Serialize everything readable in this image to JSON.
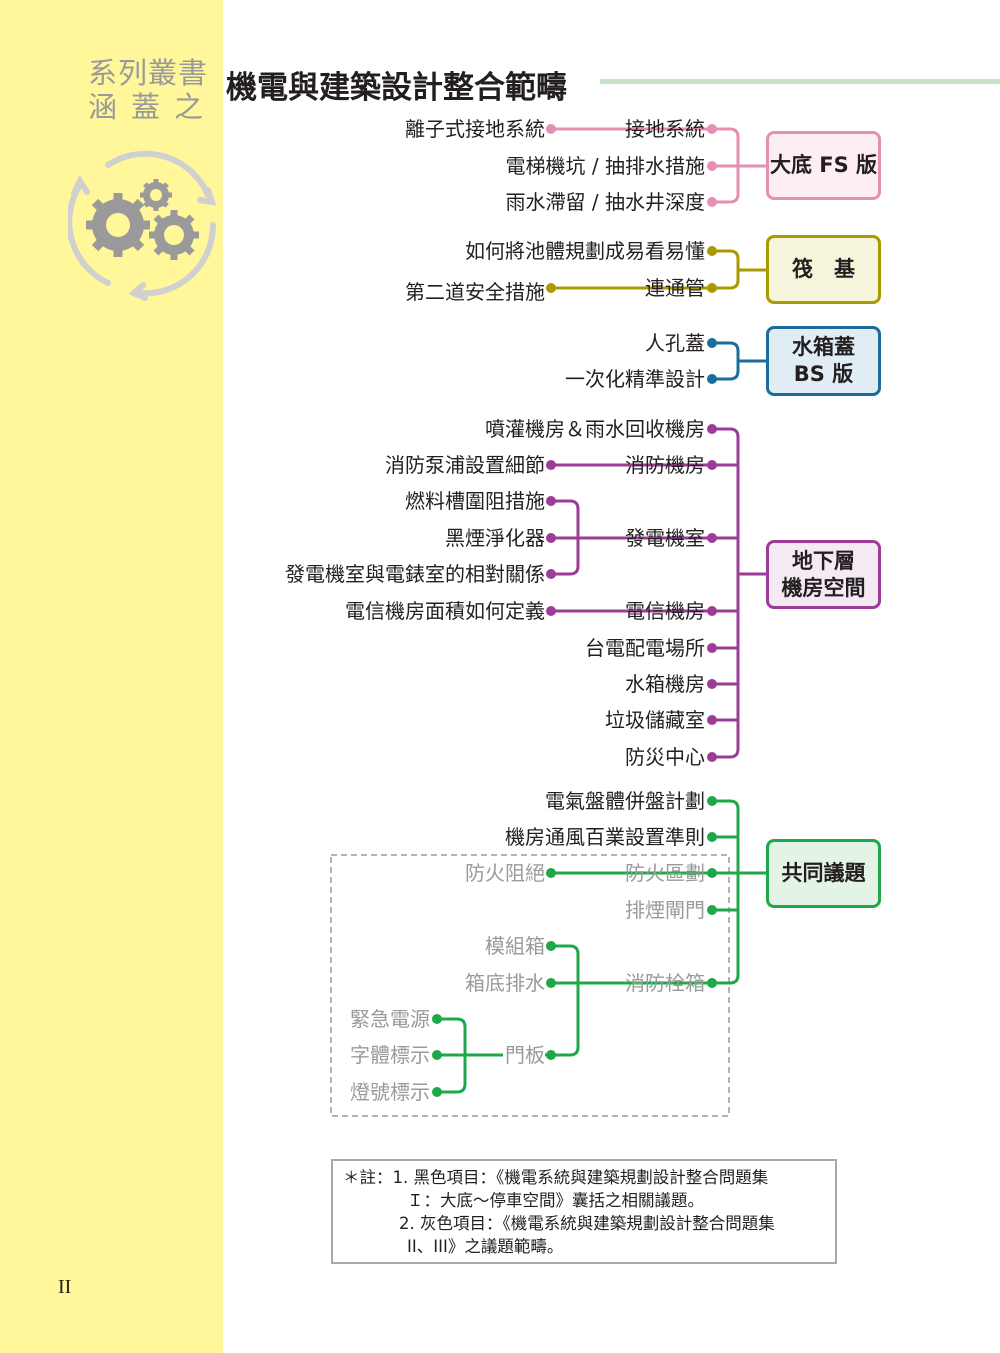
{
  "sidebar": {
    "series_line1": "系列叢書",
    "series_line2": "涵蓋之",
    "page_number": "II"
  },
  "title": "機電與建築設計整合範疇",
  "colors": {
    "pink": "#e58fb4",
    "olive": "#a89a00",
    "blue": "#1b6d9b",
    "purple": "#9c3c97",
    "green": "#1ea84a",
    "gray": "#9a9a9a"
  },
  "groups": {
    "fs": {
      "box": "大底 FS 版",
      "items": [
        "離子式接地系統",
        "接地系統",
        "電梯機坑 / 抽排水措施",
        "雨水滯留 / 抽水井深度"
      ]
    },
    "raft": {
      "box": "筏　基",
      "items": [
        "如何將池體規劃成易看易懂",
        "第二道安全措施",
        "連通管"
      ]
    },
    "bs": {
      "box_line1": "水箱蓋",
      "box_line2": "BS 版",
      "items": [
        "人孔蓋",
        "一次化精準設計"
      ]
    },
    "basement": {
      "box_line1": "地下層",
      "box_line2": "機房空間",
      "items": [
        "噴灌機房＆雨水回收機房",
        "消防泵浦設置細節",
        "消防機房",
        "燃料槽圍阻措施",
        "黑煙淨化器",
        "發電機室",
        "發電機室與電錶室的相對關係",
        "電信機房面積如何定義",
        "電信機房",
        "台電配電場所",
        "水箱機房",
        "垃圾儲藏室",
        "防災中心"
      ]
    },
    "common": {
      "box": "共同議題",
      "items": [
        "電氣盤體併盤計劃",
        "機房通風百業設置準則",
        "防火阻絕",
        "防火區劃",
        "排煙閘門",
        "模組箱",
        "箱底排水",
        "消防栓箱",
        "緊急電源",
        "字體標示",
        "燈號標示",
        "門板"
      ]
    }
  },
  "note": {
    "line1": "＊註：1. 黑色項目：《機電系統與建築規劃設計整合問題集",
    "line2": "Ｉ：大底～停車空間》囊括之相關議題。",
    "line3": "2. 灰色項目：《機電系統與建築規劃設計整合問題集",
    "line4": "II、III》之議題範疇。"
  }
}
